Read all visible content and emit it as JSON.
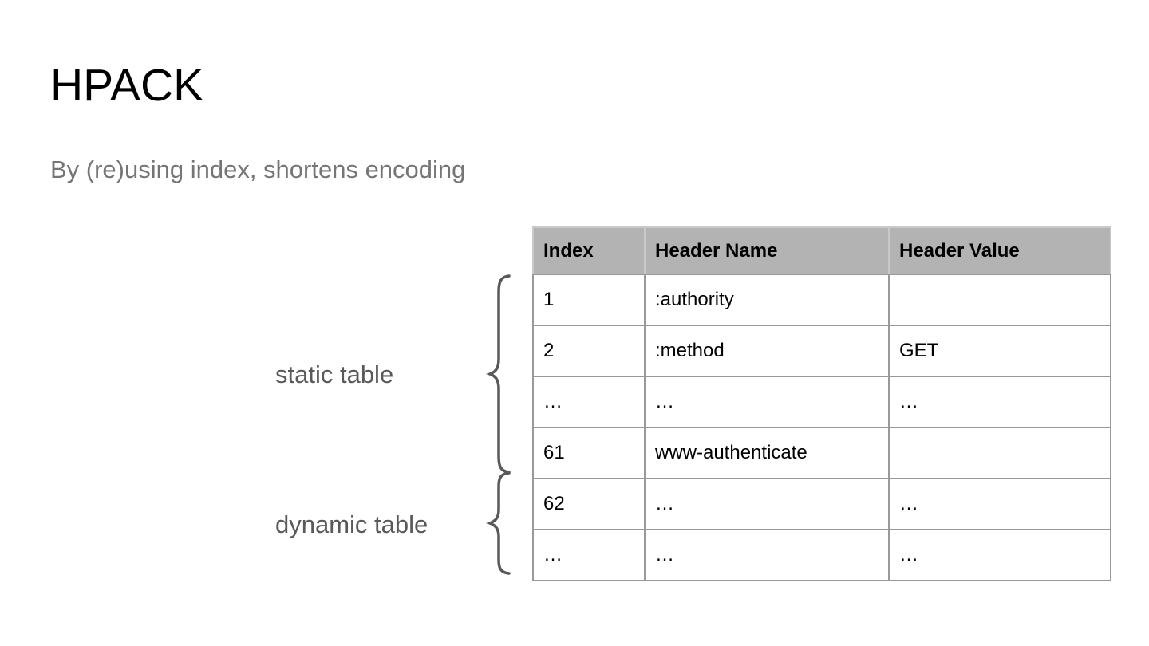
{
  "slide": {
    "title": "HPACK",
    "subtitle": "By (re)using index, shortens encoding"
  },
  "table": {
    "columns": [
      "Index",
      "Header Name",
      "Header Value"
    ],
    "rows": [
      {
        "cells": [
          "1",
          ":authority",
          ""
        ]
      },
      {
        "cells": [
          "2",
          ":method",
          "GET"
        ]
      },
      {
        "cells": [
          "…",
          "…",
          "…"
        ]
      },
      {
        "cells": [
          "61",
          "www-authenticate",
          ""
        ]
      },
      {
        "cells": [
          "62",
          "…",
          "…"
        ]
      },
      {
        "cells": [
          "…",
          "…",
          "…"
        ]
      }
    ],
    "groups": [
      {
        "label": "static table",
        "rows_covered": "1 – 61"
      },
      {
        "label": "dynamic table",
        "rows_covered": "62 – …"
      }
    ]
  },
  "colors": {
    "background": "#ffffff",
    "title_text": "#000000",
    "subtitle_text": "#757575",
    "group_label_text": "#595959",
    "brace_stroke": "#595959",
    "table_header_bg": "#b3b3b3",
    "table_border": "#999999",
    "table_text": "#000000"
  }
}
